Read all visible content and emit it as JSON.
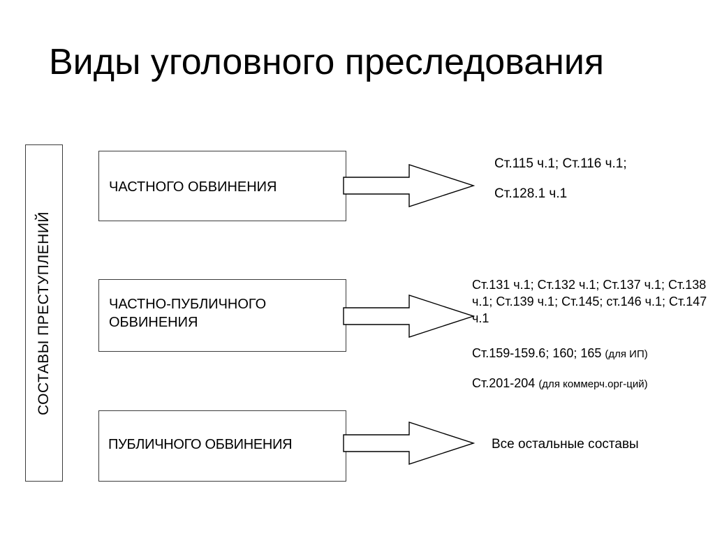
{
  "slide": {
    "title": "Виды уголовного преследования",
    "side_label": "СОСТАВЫ ПРЕСТУПЛЕНИЙ"
  },
  "rows": [
    {
      "box_label": "ЧАСТНОГО ОБВИНЕНИЯ",
      "arrow": "block-arrow-right",
      "articles_line1": "Ст.115 ч.1; Ст.116 ч.1;",
      "articles_line2": "Ст.128.1 ч.1"
    },
    {
      "box_label_line1": "ЧАСТНО-ПУБЛИЧНОГО",
      "box_label_line2": "ОБВИНЕНИЯ",
      "arrow": "block-arrow-right",
      "articles_block": "Ст.131 ч.1; Ст.132 ч.1; Ст.137 ч.1; Ст.138 ч.1; Ст.139 ч.1; Ст.145; ст.146 ч.1; Ст.147 ч.1",
      "articles_extra_1_main": "Ст.159-159.6; 160; 165 ",
      "articles_extra_1_note": "(для ИП)",
      "articles_extra_2_main": "Ст.201-204 ",
      "articles_extra_2_note": "(для коммерч.орг-ций)"
    },
    {
      "box_label": "ПУБЛИЧНОГО ОБВИНЕНИЯ",
      "arrow": "block-arrow-right",
      "articles_line1": "Все остальные составы"
    }
  ],
  "colors": {
    "background": "#ffffff",
    "text": "#000000",
    "stroke": "#3b3b3b"
  }
}
